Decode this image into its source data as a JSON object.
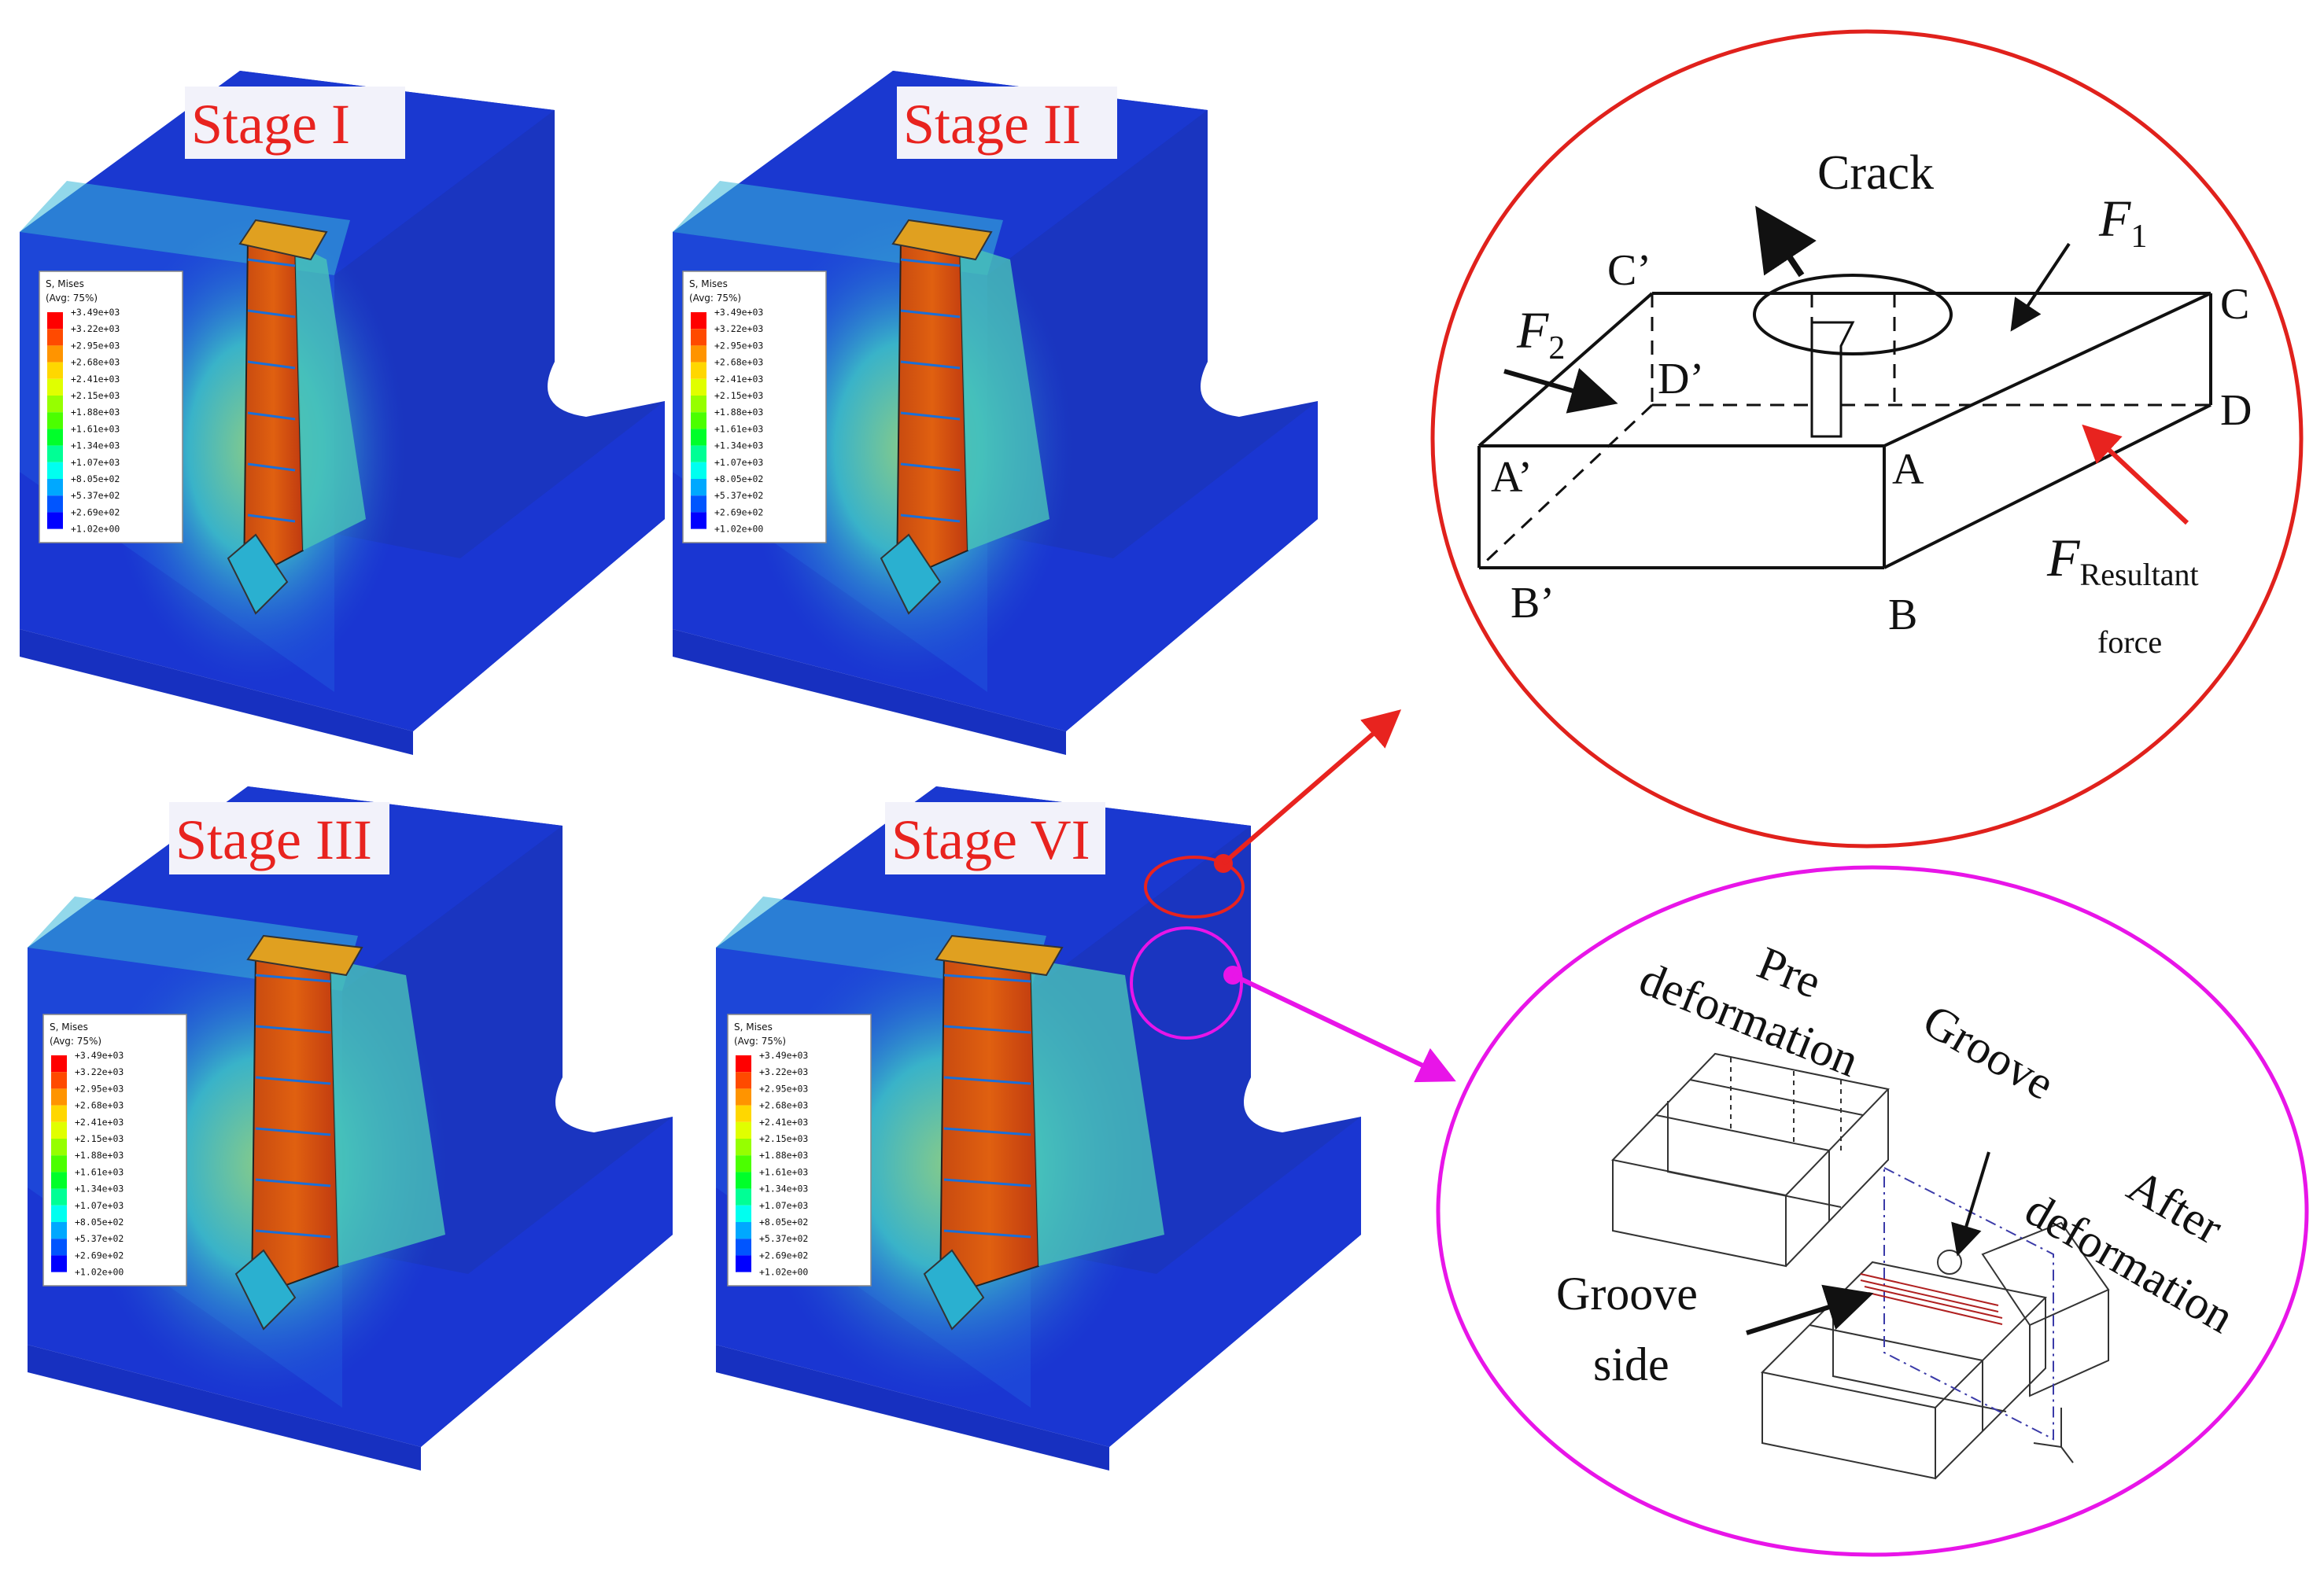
{
  "stages": [
    {
      "title": "Stage I"
    },
    {
      "title": "Stage II"
    },
    {
      "title": "Stage III"
    },
    {
      "title": "Stage VI"
    }
  ],
  "legend": {
    "title": "S, Mises",
    "subtitle": "(Avg: 75%)",
    "values": [
      "+3.49e+03",
      "+3.22e+03",
      "+2.95e+03",
      "+2.68e+03",
      "+2.41e+03",
      "+2.15e+03",
      "+1.88e+03",
      "+1.61e+03",
      "+1.34e+03",
      "+1.07e+03",
      "+8.05e+02",
      "+5.37e+02",
      "+2.69e+02",
      "+1.02e+00"
    ],
    "colors": [
      "#ff0000",
      "#ff4a00",
      "#ff9400",
      "#ffd700",
      "#e0ff00",
      "#96ff00",
      "#4bff00",
      "#00ff2a",
      "#00ff95",
      "#00fff0",
      "#00a8ff",
      "#0055ff",
      "#0000ff"
    ]
  },
  "crack_diagram": {
    "border_color": "#e0211c",
    "crack_label": "Crack",
    "f1": "F",
    "f1_sub": "1",
    "f2": "F",
    "f2_sub": "2",
    "resultant": "F",
    "resultant_sub": "Resultant",
    "resultant_line2": "force",
    "points": {
      "A": "A",
      "B": "B",
      "C": "C",
      "D": "D",
      "A_prime": "A’",
      "B_prime": "B’",
      "C_prime": "C’",
      "D_prime": "D’"
    }
  },
  "groove_diagram": {
    "border_color": "#e815e8",
    "pre_line1": "Pre",
    "pre_line2": "deformation",
    "groove": "Groove",
    "after_line1": "After",
    "after_line2": "deformation",
    "side_line1": "Groove",
    "side_line2": "side"
  }
}
